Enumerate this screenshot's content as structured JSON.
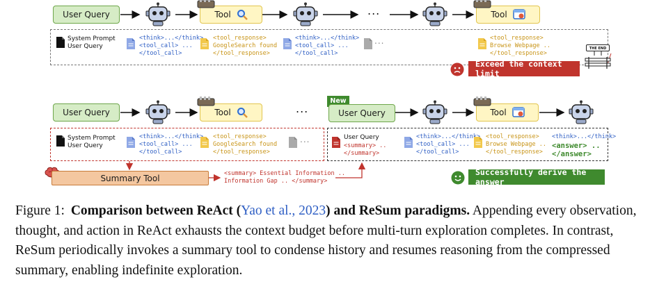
{
  "colors": {
    "user_query_fill": "#d6ecc6",
    "tool_fill": "#fff6c4",
    "summary_fill": "#f4c7a0",
    "red_banner": "#c0342d",
    "green_banner": "#3f8a2e",
    "cite_blue": "#2f5fc4"
  },
  "react": {
    "user_query_label": "User Query",
    "tool1_label": "Tool",
    "tool2_label": "Tool",
    "ellipsis": "...",
    "context": {
      "sys_line1": "System Prompt",
      "sys_line2": "User Query",
      "think1": [
        "<think>...</think>",
        "<tool_call> ...",
        "</tool_call>"
      ],
      "resp1": [
        "<tool_response>",
        "GoogleSearch found",
        "</tool_response>"
      ],
      "think2": [
        "<think>...</think>",
        "<tool_call> ...",
        "</tool_call>"
      ],
      "resp2": [
        "<tool_response>",
        "Browse Webpage ..",
        "</tool_response>"
      ]
    },
    "end_sign": "THE END",
    "fail_banner": "Exceed the context limit"
  },
  "resum": {
    "user_query_label": "User Query",
    "tool1_label": "Tool",
    "ellipsis": "...",
    "new_badge": "New",
    "new_user_query_label": "User Query",
    "tool2_label": "Tool",
    "context1": {
      "sys_line1": "System Prompt",
      "sys_line2": "User Query",
      "think": [
        "<think>...</think>",
        "<tool_call> ...",
        "</tool_call>"
      ],
      "resp": [
        "<tool_response>",
        "GoogleSearch found",
        "</tool_response>"
      ]
    },
    "context2": {
      "uq": "User Query",
      "summary": [
        "<summary> ..",
        "</summary>"
      ],
      "think": [
        "<think>...</think>",
        "<tool_call> ...",
        "</tool_call>"
      ],
      "resp": [
        "<tool_response>",
        "Browse Webpage ..",
        "</tool_response>"
      ],
      "answer_think": "<think>...</think>",
      "answer": [
        "<answer> ..",
        "</answer>"
      ]
    },
    "summary_tool_label": "Summary Tool",
    "summary_output": [
      "<summary> Essential Information ..",
      "Information Gap .. </summary>"
    ],
    "success_banner": "Successfully derive the answer"
  },
  "caption": {
    "figure_label": "Figure 1:",
    "bold_a": "Comparison between ReAct (",
    "cite_text": "Yao et al., 2023",
    "bold_b": ") and ReSum paradigms.",
    "body": " Appending every observation, thought, and action in ReAct exhausts the context budget before multi-turn exploration completes. In contrast, ReSum periodically invokes a summary tool to condense history and resumes reasoning from the compressed summary, enabling indefinite exploration."
  }
}
